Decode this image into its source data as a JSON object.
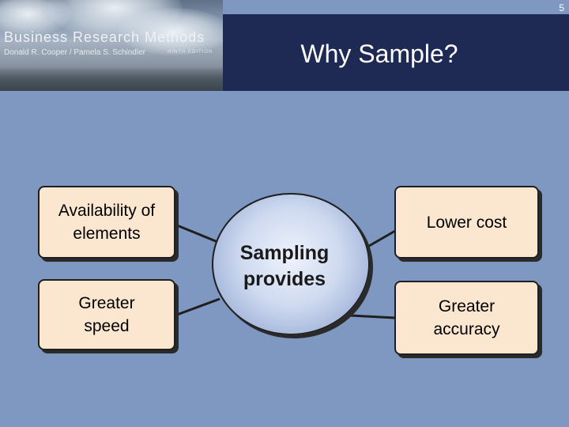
{
  "header": {
    "banner": {
      "title": "Business Research Methods",
      "authors": "Donald R. Cooper / Pamela S. Schindler",
      "edition": "NINTH EDITION"
    },
    "page_number": "5",
    "title": "Why Sample?"
  },
  "diagram": {
    "center": "Sampling\nprovides",
    "items": [
      "Availability of\nelements",
      "Greater\nspeed",
      "Lower cost",
      "Greater\naccuracy"
    ]
  },
  "colors": {
    "background": "#7f98c1",
    "title_bar": "#1e2954",
    "box_fill": "#fbe6d0",
    "circle_fill": "#cfdaf0"
  }
}
